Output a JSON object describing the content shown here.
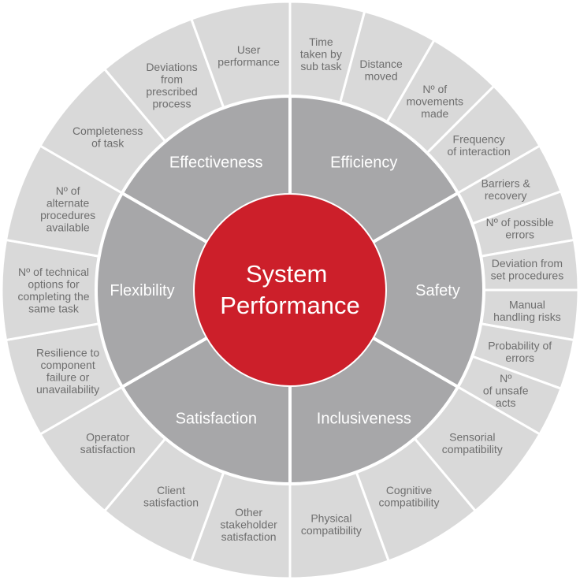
{
  "center": {
    "lines": [
      "System",
      "Performance"
    ],
    "color": "#cc1f2a"
  },
  "colors": {
    "outer_ring": "#d9d9d9",
    "middle_ring": "#a7a7a9",
    "separator": "#ffffff",
    "outer_text": "#6e6e6e",
    "middle_text": "#ffffff"
  },
  "categories": [
    {
      "name": "Efficiency",
      "items": [
        [
          "Time",
          "taken by",
          "sub task"
        ],
        [
          "Distance",
          "moved"
        ],
        [
          "Nº of",
          "movements",
          "made"
        ],
        [
          "Frequency",
          "of interaction"
        ]
      ]
    },
    {
      "name": "Safety",
      "items": [
        [
          "Barriers &",
          "recovery"
        ],
        [
          "Nº of possible",
          "errors"
        ],
        [
          "Deviation from",
          "set procedures"
        ],
        [
          "Manual",
          "handling risks"
        ],
        [
          "Probability of",
          "errors"
        ],
        [
          "Nº",
          "of unsafe",
          "acts"
        ]
      ]
    },
    {
      "name": "Inclusiveness",
      "items": [
        [
          "Sensorial",
          "compatibility"
        ],
        [
          "Cognitive",
          "compatibility"
        ],
        [
          "Physical",
          "compatibility"
        ]
      ]
    },
    {
      "name": "Satisfaction",
      "items": [
        [
          "Other",
          "stakeholder",
          "satisfaction"
        ],
        [
          "Client",
          "satisfaction"
        ],
        [
          "Operator",
          "satisfaction"
        ]
      ]
    },
    {
      "name": "Flexibility",
      "items": [
        [
          "Resilience to",
          "component",
          "failure or",
          "unavailability"
        ],
        [
          "Nº of technical",
          "options for",
          "completing the",
          "same task"
        ],
        [
          "Nº of",
          "alternate",
          "procedures",
          "available"
        ]
      ]
    },
    {
      "name": "Effectiveness",
      "items": [
        [
          "Completeness",
          "of task"
        ],
        [
          "Deviations",
          "from",
          "prescribed",
          "process"
        ],
        [
          "User",
          "performance"
        ]
      ]
    }
  ]
}
